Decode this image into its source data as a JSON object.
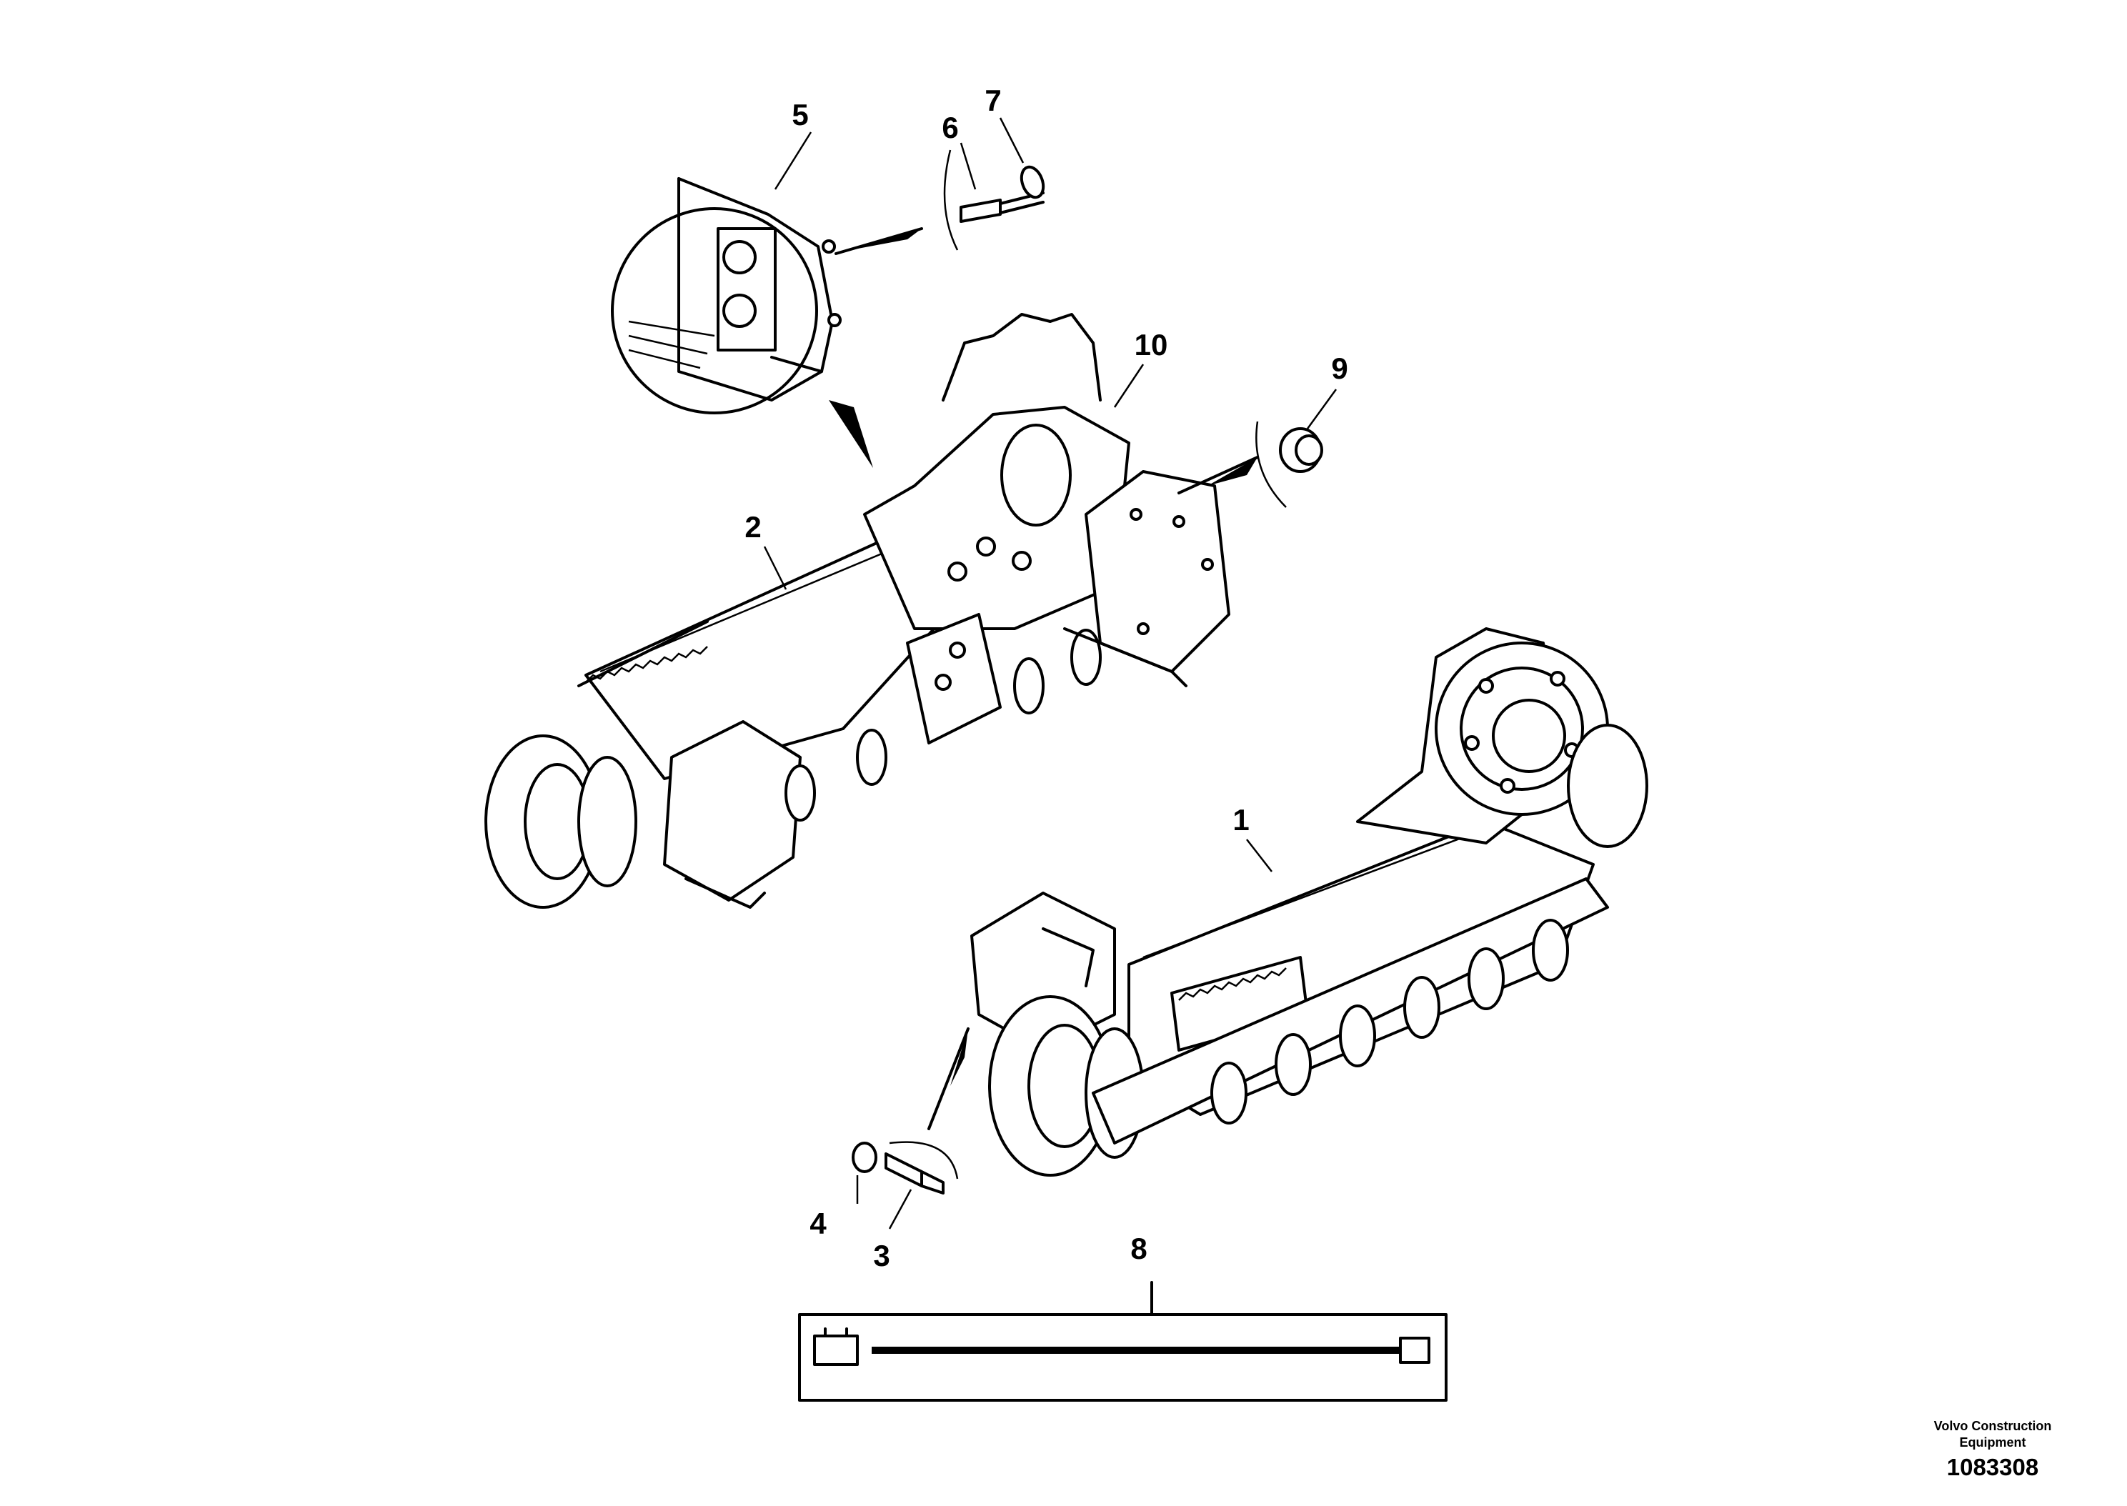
{
  "diagram": {
    "callouts": [
      {
        "id": "1",
        "label": "1"
      },
      {
        "id": "2",
        "label": "2"
      },
      {
        "id": "3",
        "label": "3"
      },
      {
        "id": "4",
        "label": "4"
      },
      {
        "id": "5",
        "label": "5"
      },
      {
        "id": "6",
        "label": "6"
      },
      {
        "id": "7",
        "label": "7"
      },
      {
        "id": "8",
        "label": "8"
      },
      {
        "id": "9",
        "label": "9"
      },
      {
        "id": "10",
        "label": "10"
      }
    ]
  },
  "footer": {
    "manufacturer_line1": "Volvo Construction",
    "manufacturer_line2": "Equipment",
    "document_number": "1083308"
  }
}
